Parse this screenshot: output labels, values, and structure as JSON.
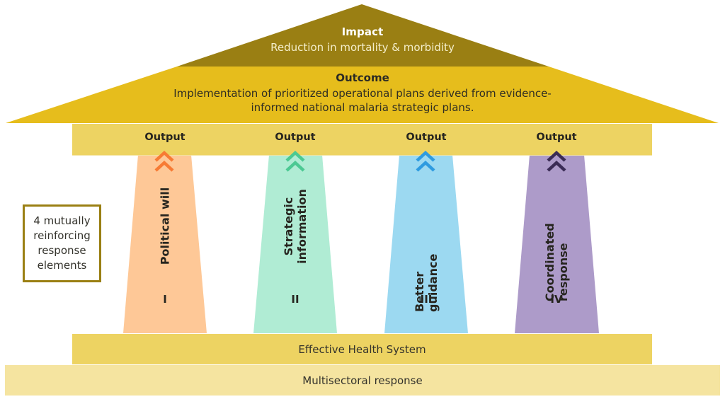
{
  "impact": {
    "title": "Impact",
    "text": "Reduction in mortality & morbidity",
    "color": "#9a7f13"
  },
  "outcome": {
    "title": "Outcome",
    "line1": "Implementation of prioritized operational plans derived from evidence-",
    "line2": "informed national malaria strategic plans.",
    "color": "#e6bd1c"
  },
  "output_band": {
    "color": "#edd362"
  },
  "pillars": [
    {
      "output_label": "Output",
      "label_line1": "Political will",
      "label_line2": "",
      "numeral": "I",
      "fill": "#fec897",
      "chevron": "#f77b34"
    },
    {
      "output_label": "Output",
      "label_line1": "Strategic",
      "label_line2": "information",
      "numeral": "II",
      "fill": "#b0ecd4",
      "chevron": "#4cc993"
    },
    {
      "output_label": "Output",
      "label_line1": "Better",
      "label_line2": "guidance",
      "numeral": "III",
      "fill": "#9cd9f1",
      "chevron": "#2e9be0"
    },
    {
      "output_label": "Output",
      "label_line1": "Coordinated",
      "label_line2": "response",
      "numeral": "IV",
      "fill": "#ad9bc9",
      "chevron": "#3a2b55"
    }
  ],
  "side_note": {
    "line1": "4 mutually",
    "line2": "reinforcing",
    "line3": "response",
    "line4": "elements",
    "border_color": "#9a7f13"
  },
  "foundation": {
    "health_system": "Effective Health System",
    "multisectoral": "Multisectoral response",
    "health_color": "#edd362",
    "multisectoral_color": "#f5e4a0"
  }
}
